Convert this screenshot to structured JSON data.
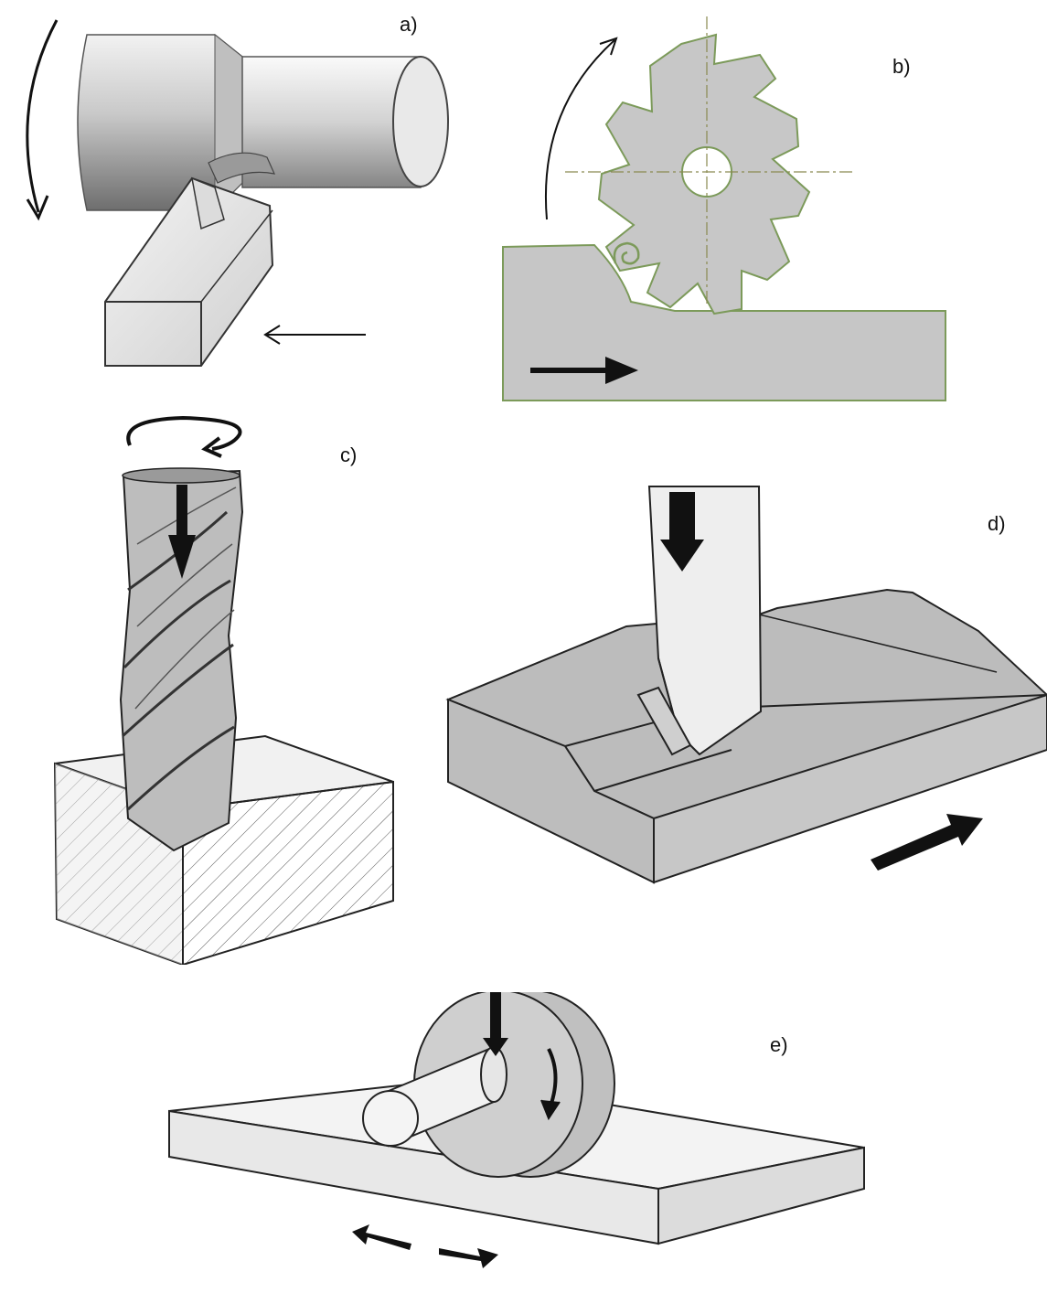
{
  "panels": [
    {
      "id": "a",
      "label": "a)",
      "icon": "turning-lathe-icon"
    },
    {
      "id": "b",
      "label": "b)",
      "icon": "slitting-saw-milling-icon"
    },
    {
      "id": "c",
      "label": "c)",
      "icon": "twist-drill-icon"
    },
    {
      "id": "d",
      "label": "d)",
      "icon": "planing-shaping-tool-icon"
    },
    {
      "id": "e",
      "label": "e)",
      "icon": "grinding-wheel-icon"
    }
  ],
  "colors": {
    "metal_light": "#e6e6e6",
    "metal_mid": "#bdbdbd",
    "metal_dark": "#7a7a7a",
    "cutter_gray": "#c7c7c7",
    "outline": "#1a1a1a",
    "cutter_outline_green": "#7c9a5a",
    "centerline": "#8a8a50"
  }
}
